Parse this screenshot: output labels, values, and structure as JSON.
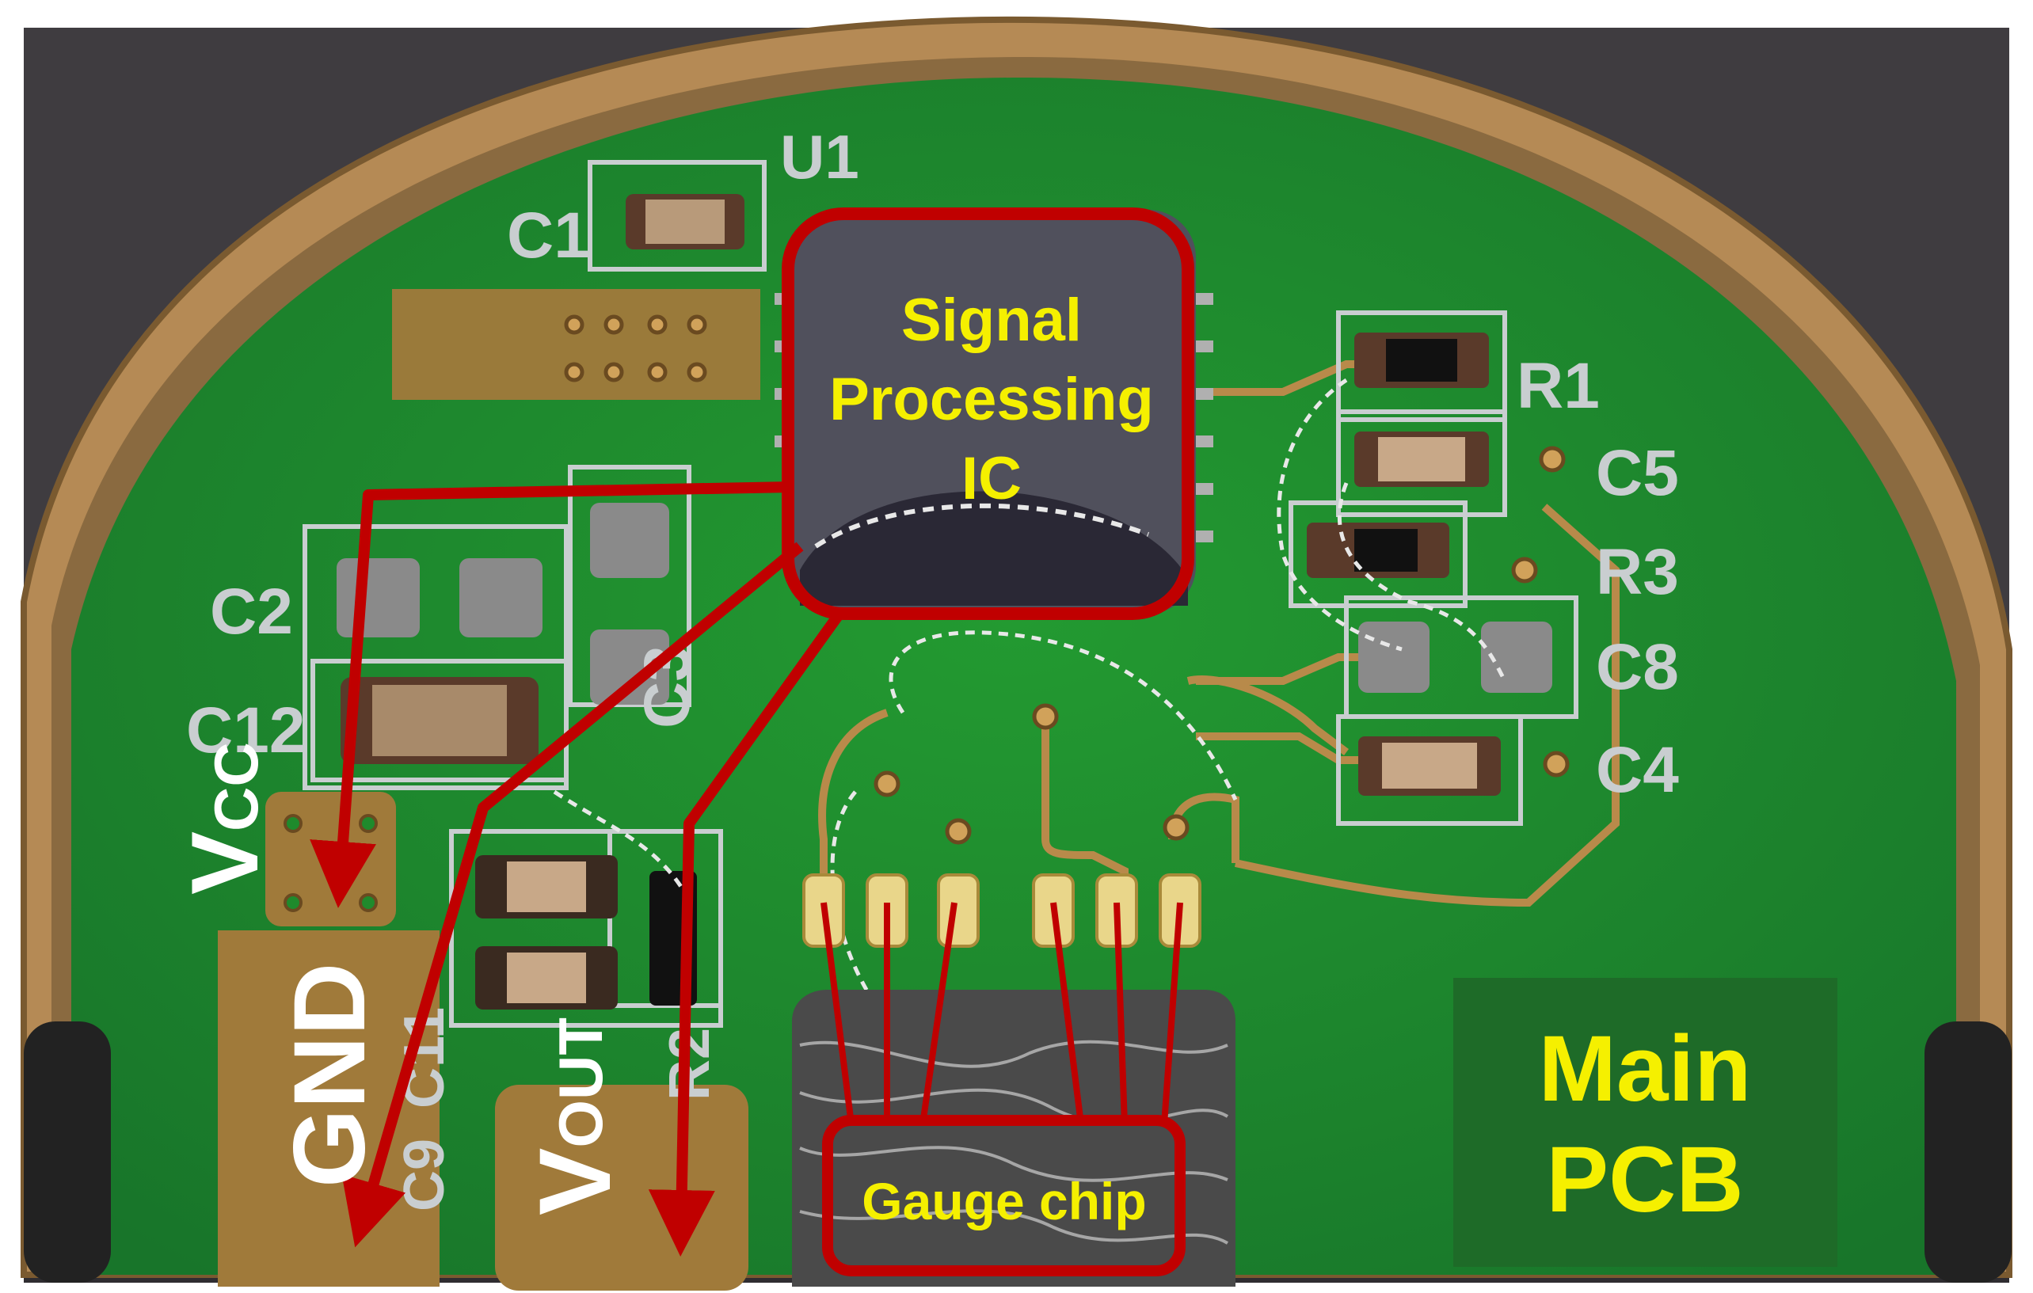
{
  "colors": {
    "board": "#1f8a2c",
    "board_dark": "#176b22",
    "copper": "#b88a4a",
    "silkscreen": "#c9ced0",
    "arrow": "#c00000",
    "callout_text": "#f5f000",
    "chip": "#4a4a55",
    "main_pcb_box": "#1e6b28"
  },
  "callouts": {
    "ic_line1": "Signal",
    "ic_line2": "Processing",
    "ic_line3": "IC",
    "gauge_chip": "Gauge chip",
    "main_line1": "Main",
    "main_line2": "PCB"
  },
  "signals": {
    "vcc_main": "V",
    "vcc_sub": "CC",
    "gnd": "GND",
    "vout_main": "V",
    "vout_sub": "OUT"
  },
  "silkscreen_labels": {
    "u1": "U1",
    "c1": "C1",
    "c2": "C2",
    "c12": "C12",
    "c3": "C3",
    "r1": "R1",
    "c5": "C5",
    "r3": "R3",
    "c8": "C8",
    "c4": "C4",
    "c11": "C11",
    "c9": "C9",
    "r2": "R2"
  }
}
